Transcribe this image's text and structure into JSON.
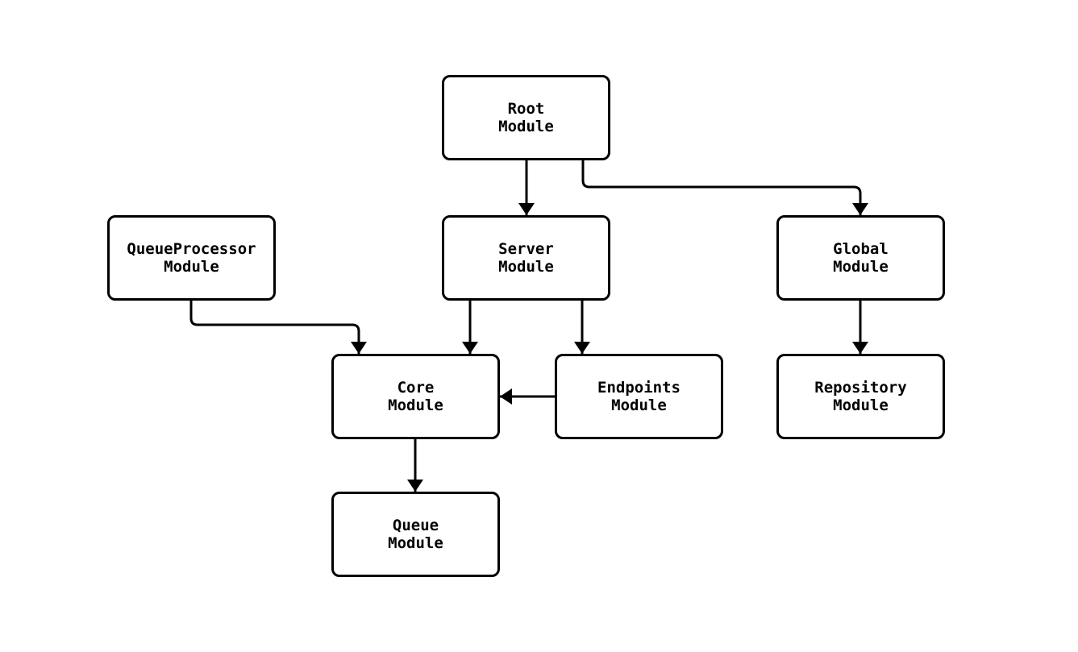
{
  "colors": {
    "background": "#ffffff",
    "node_fill": "#ffffff",
    "stroke": "#000000",
    "text": "#000000"
  },
  "nodes": {
    "root": {
      "line1": "Root",
      "line2": "Module"
    },
    "queueprocessor": {
      "line1": "QueueProcessor",
      "line2": "Module"
    },
    "server": {
      "line1": "Server",
      "line2": "Module"
    },
    "global": {
      "line1": "Global",
      "line2": "Module"
    },
    "core": {
      "line1": "Core",
      "line2": "Module"
    },
    "endpoints": {
      "line1": "Endpoints",
      "line2": "Module"
    },
    "repository": {
      "line1": "Repository",
      "line2": "Module"
    },
    "queue": {
      "line1": "Queue",
      "line2": "Module"
    }
  },
  "edges": [
    {
      "from": "root",
      "to": "server"
    },
    {
      "from": "root",
      "to": "global"
    },
    {
      "from": "queueprocessor",
      "to": "core"
    },
    {
      "from": "server",
      "to": "core"
    },
    {
      "from": "server",
      "to": "endpoints"
    },
    {
      "from": "endpoints",
      "to": "core"
    },
    {
      "from": "global",
      "to": "repository"
    },
    {
      "from": "core",
      "to": "queue"
    }
  ]
}
